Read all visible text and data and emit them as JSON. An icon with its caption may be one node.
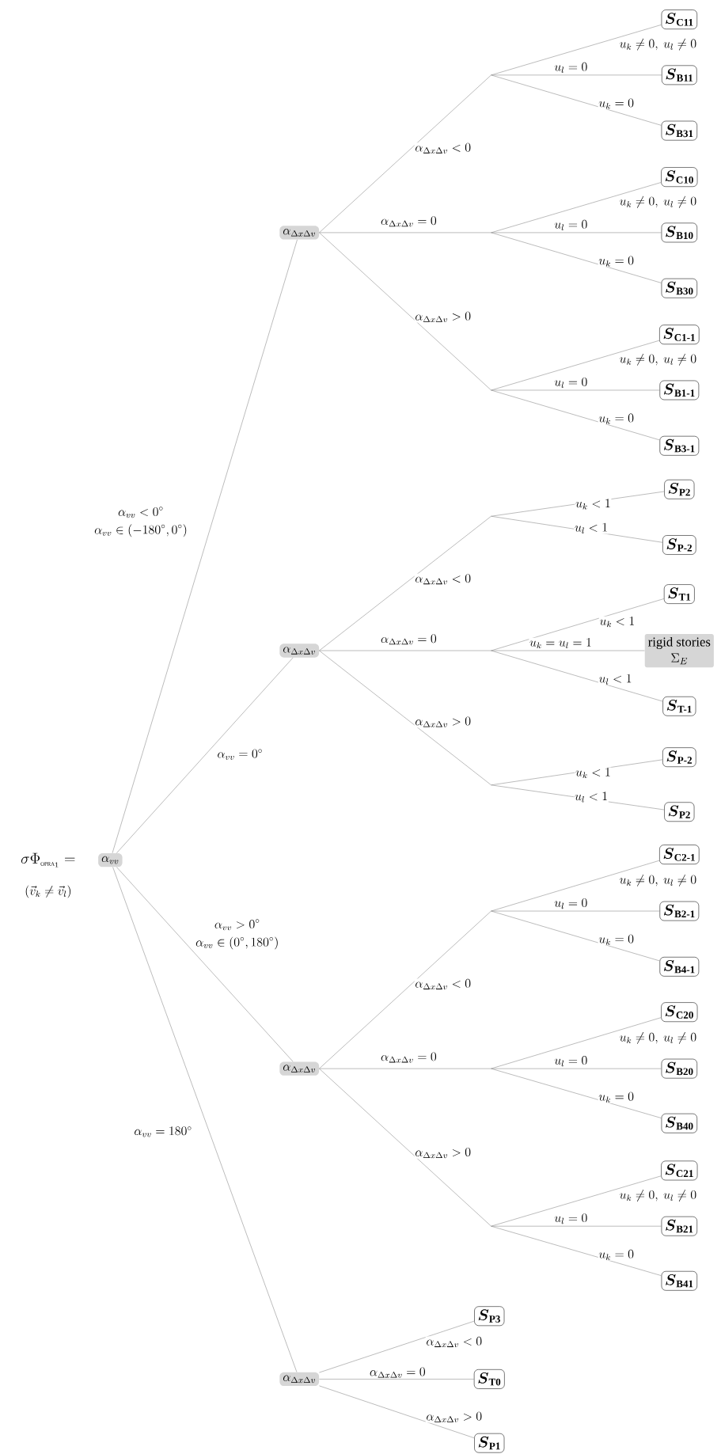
{
  "diagram": {
    "nodes": [
      {
        "text": [
          "\\alpha_{vv}"
        ],
        "beside": [
          "\\sigma\\Phi_{\\text{\\tiny OPRA}_1} =",
          "(\\vec{v}_k \\neq \\vec{v}_l)"
        ]
      },
      {
        "text": [
          "\\alpha_{\\Delta x\\Delta v}"
        ]
      },
      {
        "text": [
          "\\boldsymbol{S}_{\\textbf{C11}}"
        ]
      },
      {
        "text": [
          "\\boldsymbol{S}_{\\textbf{B11}}"
        ]
      },
      {
        "text": [
          "\\boldsymbol{S}_{\\textbf{B31}}"
        ]
      },
      {
        "text": [
          "\\boldsymbol{S}_{\\textbf{C10}}"
        ]
      },
      {
        "text": [
          "\\boldsymbol{S}_{\\textbf{B10}}"
        ]
      },
      {
        "text": [
          "\\boldsymbol{S}_{\\textbf{B30}}"
        ]
      },
      {
        "text": [
          "\\boldsymbol{S}_{\\textbf{C1-1}}"
        ]
      },
      {
        "text": [
          "\\boldsymbol{S}_{\\textbf{B1-1}}"
        ]
      },
      {
        "text": [
          "\\boldsymbol{S}_{\\textbf{B3-1}}"
        ]
      },
      {
        "text": [
          "\\alpha_{\\Delta x\\Delta v}"
        ]
      },
      {
        "text": [
          "\\boldsymbol{S}_{\\textbf{P2}}"
        ]
      },
      {
        "text": [
          "\\boldsymbol{S}_{\\textbf{P-2}}"
        ]
      },
      {
        "text": [
          "\\boldsymbol{S}_{\\textbf{T1}}"
        ]
      },
      {
        "text": [
          "rigid stories",
          "\\Sigma_E"
        ]
      },
      {
        "text": [
          "\\boldsymbol{S}_{\\textbf{T-1}}"
        ]
      },
      {
        "text": [
          "\\boldsymbol{S}_{\\textbf{P-2}}"
        ]
      },
      {
        "text": [
          "\\boldsymbol{S}_{\\textbf{P2}}"
        ]
      },
      {
        "text": [
          "\\alpha_{\\Delta x\\Delta v}"
        ]
      },
      {
        "text": [
          "\\boldsymbol{S}_{\\textbf{C2-1}}"
        ]
      },
      {
        "text": [
          "\\boldsymbol{S}_{\\textbf{B2-1}}"
        ]
      },
      {
        "text": [
          "\\boldsymbol{S}_{\\textbf{B4-1}}"
        ]
      },
      {
        "text": [
          "\\boldsymbol{S}_{\\textbf{C20}}"
        ]
      },
      {
        "text": [
          "\\boldsymbol{S}_{\\textbf{B20}}"
        ]
      },
      {
        "text": [
          "\\boldsymbol{S}_{\\textbf{B40}}"
        ]
      },
      {
        "text": [
          "\\boldsymbol{S}_{\\textbf{C21}}"
        ]
      },
      {
        "text": [
          "\\boldsymbol{S}_{\\textbf{B21}}"
        ]
      },
      {
        "text": [
          "\\boldsymbol{S}_{\\textbf{B41}}"
        ]
      },
      {
        "text": [
          "\\alpha_{\\Delta x\\Delta v}"
        ]
      },
      {
        "text": [
          "\\boldsymbol{S}_{\\textbf{P3}}"
        ]
      },
      {
        "text": [
          "\\boldsymbol{S}_{\\textbf{T0}}"
        ]
      },
      {
        "text": [
          "\\boldsymbol{S}_{\\textbf{P1}}"
        ]
      }
    ],
    "edges": [
      {
        "from": 0,
        "to": 1,
        "arrow": "none",
        "label": "\\begin{gathered}\\alpha_{vv} < 0^\\circ\\\\ \\alpha_{vv} \\in (-180^\\circ, 0^\\circ)\\end{gathered}"
      },
      {
        "from": 0,
        "to": 11,
        "arrow": "none",
        "label": "\\alpha_{vv} = 0^\\circ"
      },
      {
        "from": 0,
        "to": 19,
        "arrow": "none",
        "label": "\\begin{gathered}\\alpha_{vv} > 0^\\circ\\\\ \\alpha_{vv} \\in (0^\\circ, 180^\\circ)\\end{gathered}"
      },
      {
        "from": 0,
        "to": 29,
        "arrow": "none",
        "label": "\\alpha_{vv} = 180^\\circ"
      },
      {
        "from": 1,
        "to": 2,
        "arrow": "none",
        "label": "u_k \\neq 0,\\ u_l \\neq 0"
      },
      {
        "from": 1,
        "to": 3,
        "arrow": "none",
        "label": "u_l = 0"
      },
      {
        "from": 1,
        "to": 4,
        "arrow": "none",
        "label": "u_k = 0"
      },
      {
        "from": 1,
        "to": 5,
        "arrow": "none",
        "label": "u_k \\neq 0,\\ u_l \\neq 0"
      },
      {
        "from": 1,
        "to": 6,
        "arrow": "none",
        "label": "u_l = 0"
      },
      {
        "from": 1,
        "to": 7,
        "arrow": "none",
        "label": "u_k = 0"
      },
      {
        "from": 1,
        "to": 8,
        "arrow": "none",
        "label": "u_k \\neq 0,\\ u_l \\neq 0"
      },
      {
        "from": 1,
        "to": 9,
        "arrow": "none",
        "label": "u_l = 0"
      },
      {
        "from": 1,
        "to": 10,
        "arrow": "none",
        "label": "u_k = 0"
      },
      {
        "from": 11,
        "to": 12,
        "arrow": "none",
        "label": "u_k < 1"
      },
      {
        "from": 11,
        "to": 13,
        "arrow": "none",
        "label": "u_l < 1"
      },
      {
        "from": 11,
        "to": 14,
        "arrow": "none",
        "label": "u_k < 1"
      },
      {
        "from": 11,
        "to": 15,
        "arrow": "none",
        "label": "u_k = u_l = 1"
      },
      {
        "from": 11,
        "to": 16,
        "arrow": "none",
        "label": "u_l < 1"
      },
      {
        "from": 11,
        "to": 17,
        "arrow": "none",
        "label": "u_k < 1"
      },
      {
        "from": 11,
        "to": 18,
        "arrow": "none",
        "label": "u_l < 1"
      },
      {
        "from": 19,
        "to": 20,
        "arrow": "none",
        "label": "u_k \\neq 0,\\ u_l \\neq 0"
      },
      {
        "from": 19,
        "to": 21,
        "arrow": "none",
        "label": "u_l = 0"
      },
      {
        "from": 19,
        "to": 22,
        "arrow": "none",
        "label": "u_k = 0"
      },
      {
        "from": 19,
        "to": 23,
        "arrow": "none",
        "label": "u_k \\neq 0,\\ u_l \\neq 0"
      },
      {
        "from": 19,
        "to": 24,
        "arrow": "none",
        "label": "u_l = 0"
      },
      {
        "from": 19,
        "to": 25,
        "arrow": "none",
        "label": "u_k = 0"
      },
      {
        "from": 19,
        "to": 26,
        "arrow": "none",
        "label": "u_k \\neq 0,\\ u_l \\neq 0"
      },
      {
        "from": 19,
        "to": 27,
        "arrow": "none",
        "label": "u_l = 0"
      },
      {
        "from": 19,
        "to": 28,
        "arrow": "none",
        "label": "u_k = 0"
      },
      {
        "from": 29,
        "to": 30,
        "arrow": "none",
        "label": "\\alpha_{\\Delta x\\Delta v} < 0"
      },
      {
        "from": 29,
        "to": 31,
        "arrow": "none",
        "label": "\\alpha_{\\Delta x\\Delta v} = 0"
      },
      {
        "from": 29,
        "to": 32,
        "arrow": "none",
        "label": "\\alpha_{\\Delta x\\Delta v} > 0"
      }
    ],
    "labels": [
      "\\alpha_{\\Delta x\\Delta v} < 0",
      "\\alpha_{\\Delta x\\Delta v} = 0",
      "\\alpha_{\\Delta x\\Delta v} > 0",
      "\\alpha_{\\Delta x\\Delta v} < 0",
      "\\alpha_{\\Delta x\\Delta v} = 0",
      "\\alpha_{\\Delta x\\Delta v} > 0",
      "\\alpha_{\\Delta x\\Delta v} < 0",
      "\\alpha_{\\Delta x\\Delta v} = 0",
      "\\alpha_{\\Delta x\\Delta v} > 0"
    ]
  }
}
